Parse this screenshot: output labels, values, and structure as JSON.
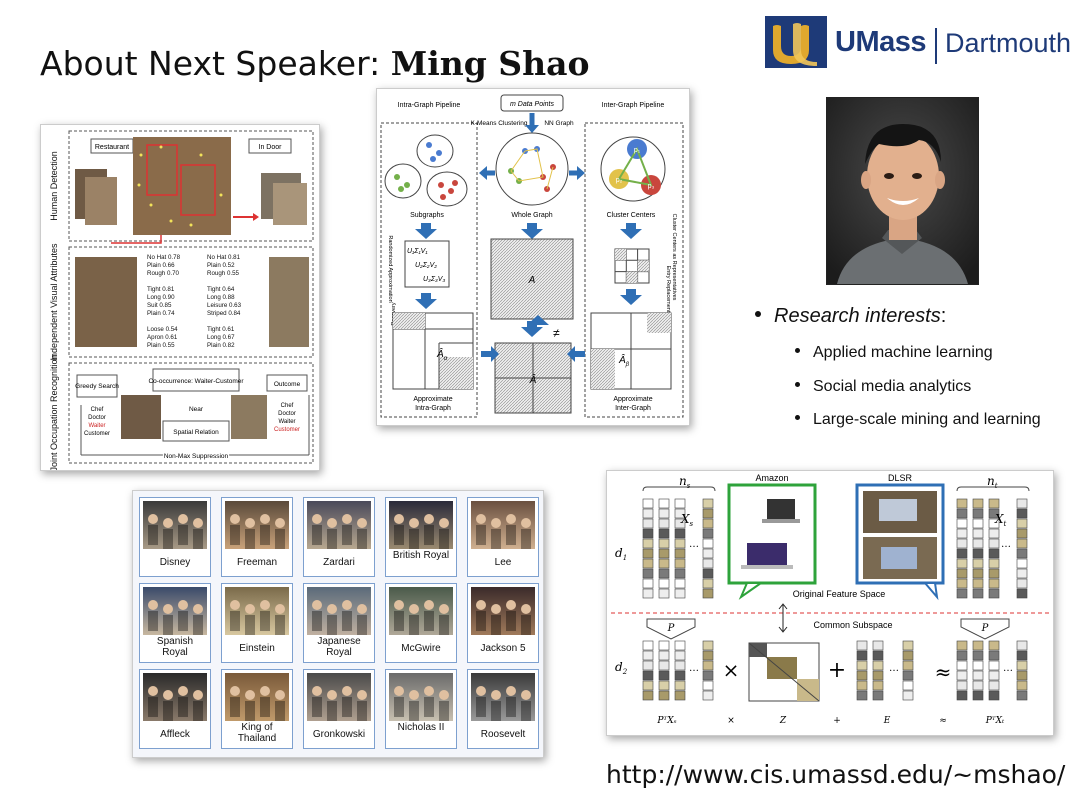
{
  "title": {
    "prefix": "About Next Speaker: ",
    "name": "Ming Shao"
  },
  "logo": {
    "name": "UMass",
    "campus": "Dartmouth"
  },
  "research": {
    "heading": "Research interests",
    "colon": ":",
    "items": [
      "Applied machine learning",
      "Social media analytics",
      "Large-scale mining and learning"
    ]
  },
  "human_detection_figure": {
    "rows": [
      "Human Detection",
      "Independent Visual Attributes",
      "Joint Occupation Recognition"
    ],
    "scene_labels": [
      "Restaurant",
      "In Door"
    ],
    "attrs_left": [
      "No Hat 0.78",
      "Plain 0.66",
      "Rough 0.70",
      "",
      "Tight 0.81",
      "Long 0.90",
      "Suit 0.85",
      "Plain 0.74",
      "",
      "Loose 0.54",
      "Apron 0.61",
      "Plain 0.55"
    ],
    "attrs_right": [
      "No Hat 0.81",
      "Plain 0.52",
      "Rough 0.55",
      "",
      "Tight 0.64",
      "Long 0.88",
      "Leisure 0.63",
      "Striped 0.84",
      "",
      "Tight 0.61",
      "Long 0.67",
      "Plain 0.82"
    ],
    "cooccurrence": "Co-occurrence: Waiter-Customer",
    "greedy": "Greedy Search",
    "outcome": "Outcome",
    "near": "Near",
    "spatial": "Spatial Relation",
    "left_list": [
      "Chef",
      "Doctor",
      "Waiter",
      "Customer"
    ],
    "right_list": [
      "Chef",
      "Doctor",
      "Waiter",
      "Customer"
    ],
    "nms": "Non-Max Suppression"
  },
  "graph_figure": {
    "data_points": "m Data Points",
    "intra": "Intra-Graph Pipeline",
    "inter": "Inter-Graph Pipeline",
    "kmeans": "K-Means Clustering",
    "nn": "NN Graph",
    "subgraphs": "Subgraphs",
    "whole": "Whole Graph",
    "centers": "Cluster Centers",
    "a": "A",
    "neq": "≠",
    "a_alpha": "Â",
    "a_beta": "Â",
    "a_hat": "Â",
    "approx_intra": "Approximate Intra-Graph",
    "approx_inter": "Approximate Inter-Graph",
    "recovery": "Recovery",
    "rank_approx": "Randomized Approximation",
    "cluster_rep": "Cluster Centers as Representatives",
    "entry_repl": "Entry Replacement",
    "usv": [
      "U₁Σ₁V₁",
      "U₂Σ₂V₂",
      "U₃Σ₃V₃"
    ],
    "subscripts": {
      "alpha": "α",
      "beta": "β"
    },
    "pnodes": [
      "p₁",
      "p₂",
      "p₃"
    ]
  },
  "faces": [
    {
      "name": "Disney"
    },
    {
      "name": "Freeman"
    },
    {
      "name": "Zardari"
    },
    {
      "name": "British Royal"
    },
    {
      "name": "Lee"
    },
    {
      "name": "Spanish Royal"
    },
    {
      "name": "Einstein"
    },
    {
      "name": "Japanese Royal"
    },
    {
      "name": "McGwire"
    },
    {
      "name": "Jackson 5"
    },
    {
      "name": "Affleck"
    },
    {
      "name": "King of Thailand"
    },
    {
      "name": "Gronkowski"
    },
    {
      "name": "Nicholas II"
    },
    {
      "name": "Roosevelt"
    }
  ],
  "domain_figure": {
    "ns": "n",
    "nt": "n",
    "sub_s": "s",
    "sub_t": "t",
    "amazon": "Amazon",
    "dslr": "DLSR",
    "xs": "X",
    "xt": "X",
    "d1": "d",
    "d2": "d",
    "d1_sub": "1",
    "d2_sub": "2",
    "original": "Original Feature Space",
    "common": "Common Subspace",
    "p": "P",
    "times": "×",
    "plus": "+",
    "approx": "≈",
    "eq_terms": [
      "PᵀXₛ",
      "×",
      "Z",
      "+",
      "E",
      "≈",
      "PᵀXₜ"
    ]
  },
  "url": "http://www.cis.umassd.edu/~mshao/",
  "colors": {
    "umass_blue": "#1e3a78",
    "umass_gold": "#e0a82e",
    "amazon_green": "#2ea33b",
    "dslr_blue": "#2f6fb5",
    "face_border": "#7da0cf"
  }
}
